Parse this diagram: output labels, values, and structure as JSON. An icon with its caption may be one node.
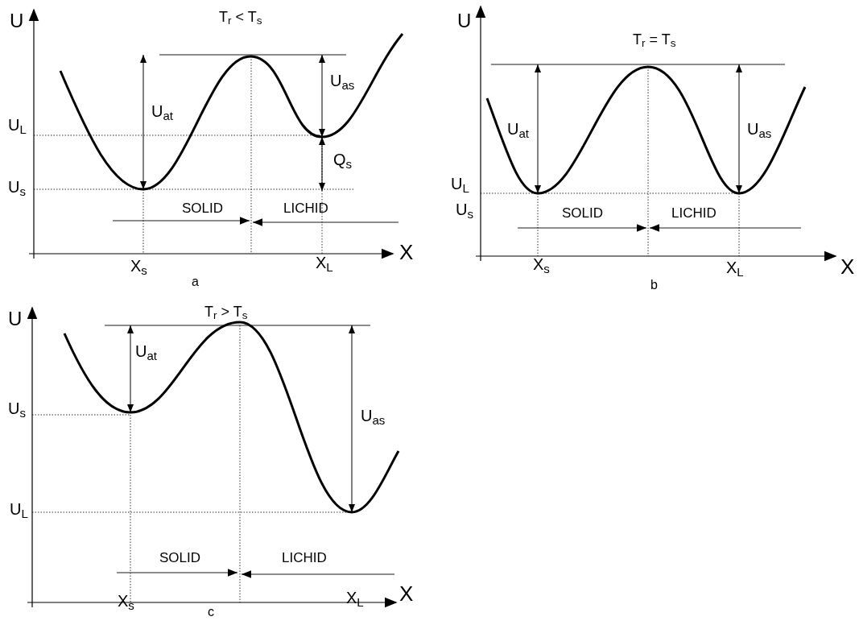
{
  "diagram": {
    "labels": [
      "U",
      "T$_{r}$ < T$_{s}$",
      "U$_{at}$",
      "U$_{as}$",
      "U$_{L}$",
      "Q$_{s}$",
      "U$_{s}$",
      "SOLID",
      "LICHID",
      "X$_{s}$",
      "X$_{L}$",
      "X",
      "a",
      "U",
      "T$_{r}$ = T$_{s}$",
      "U$_{at}$",
      "U$_{as}$",
      "U$_{L}$",
      "U$_{s}$",
      "SOLID",
      "LICHID",
      "X$_{s}$",
      "X$_{L}$",
      "X",
      "b",
      "U",
      "T$_{r}$ > T$_{s}$",
      "U$_{at}$",
      "U$_{as}$",
      "U$_{s}$",
      "U$_{L}$",
      "SOLID",
      "LICHID",
      "X$_{s}$",
      "X$_{L}$",
      "X",
      "c"
    ]
  }
}
